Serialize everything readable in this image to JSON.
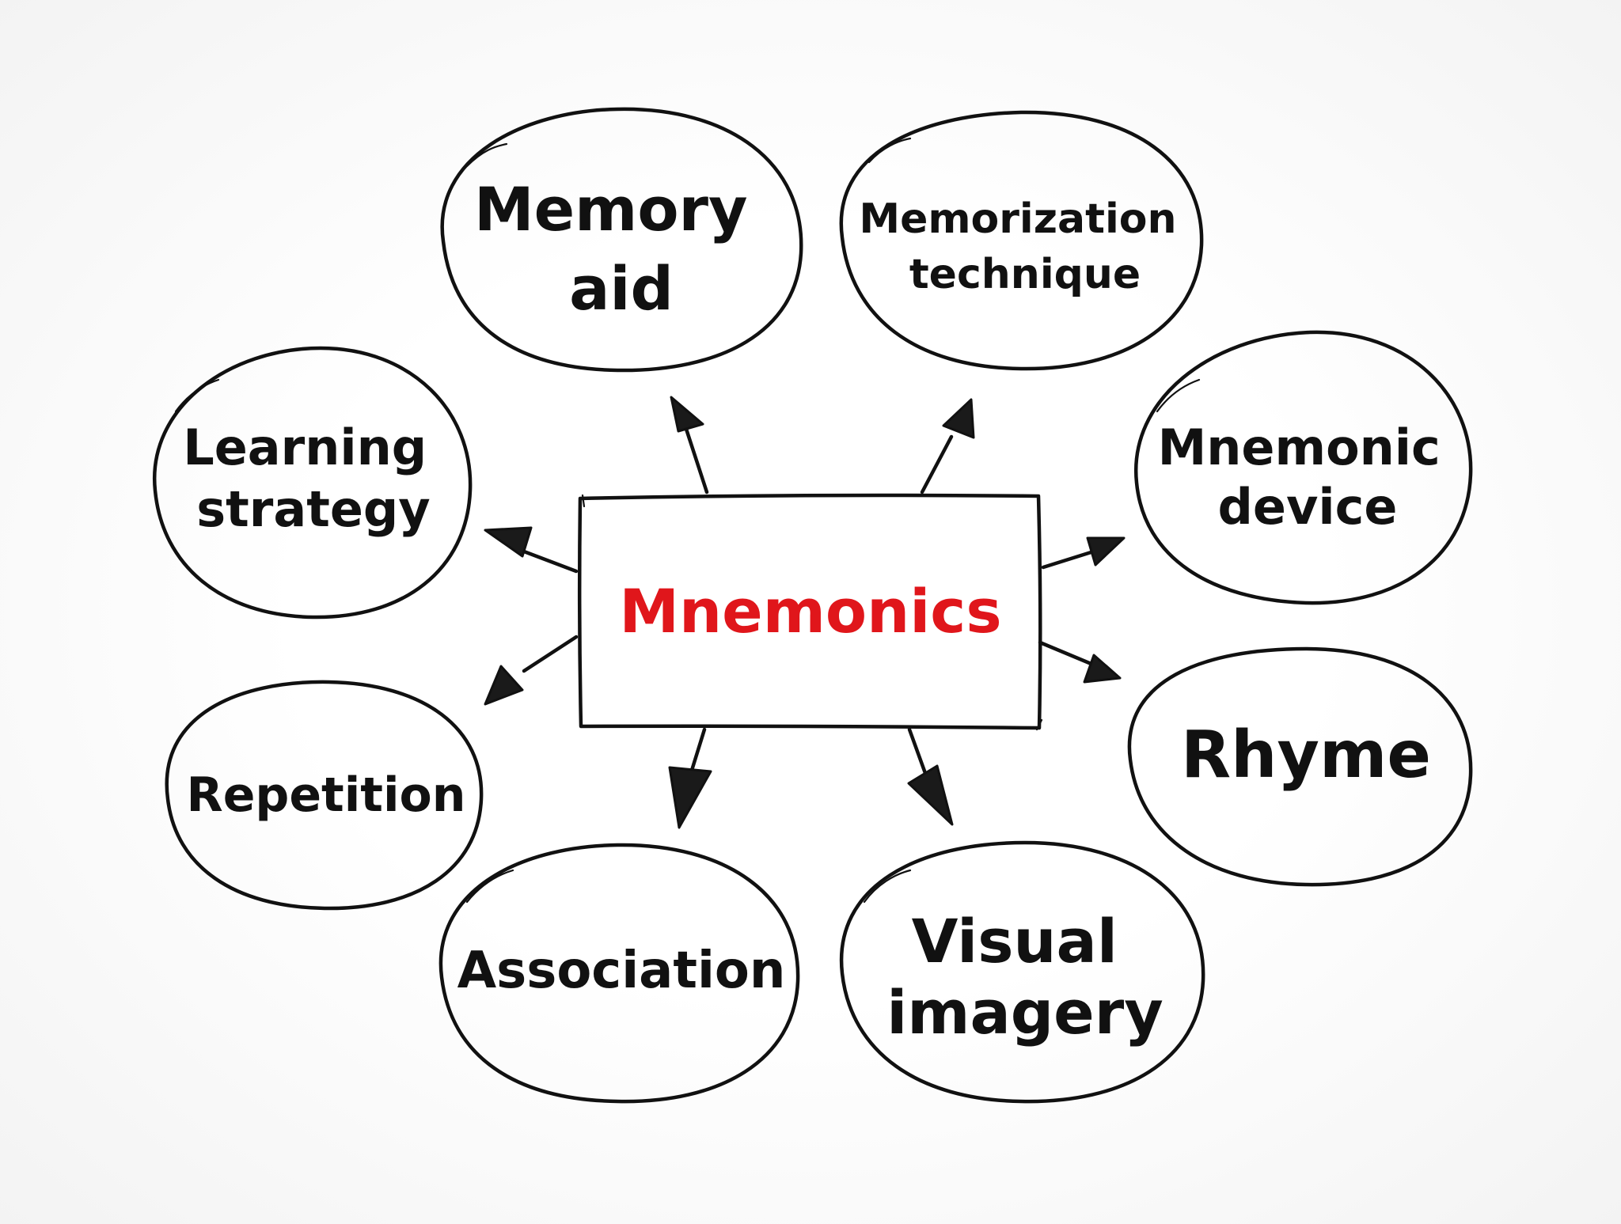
{
  "center": {
    "label": "Mnemonics",
    "color": "#e0161b"
  },
  "ink_color": "#111111",
  "nodes": [
    {
      "id": "memory-aid",
      "lines": [
        "Memory",
        "aid"
      ]
    },
    {
      "id": "memorization-technique",
      "lines": [
        "Memorization",
        "technique"
      ]
    },
    {
      "id": "mnemonic-device",
      "lines": [
        "Mnemonic",
        "device"
      ]
    },
    {
      "id": "rhyme",
      "lines": [
        "Rhyme"
      ]
    },
    {
      "id": "visual-imagery",
      "lines": [
        "Visual",
        "imagery"
      ]
    },
    {
      "id": "association",
      "lines": [
        "Association"
      ]
    },
    {
      "id": "repetition",
      "lines": [
        "Repetition"
      ]
    },
    {
      "id": "learning-strategy",
      "lines": [
        "Learning",
        "strategy"
      ]
    }
  ]
}
